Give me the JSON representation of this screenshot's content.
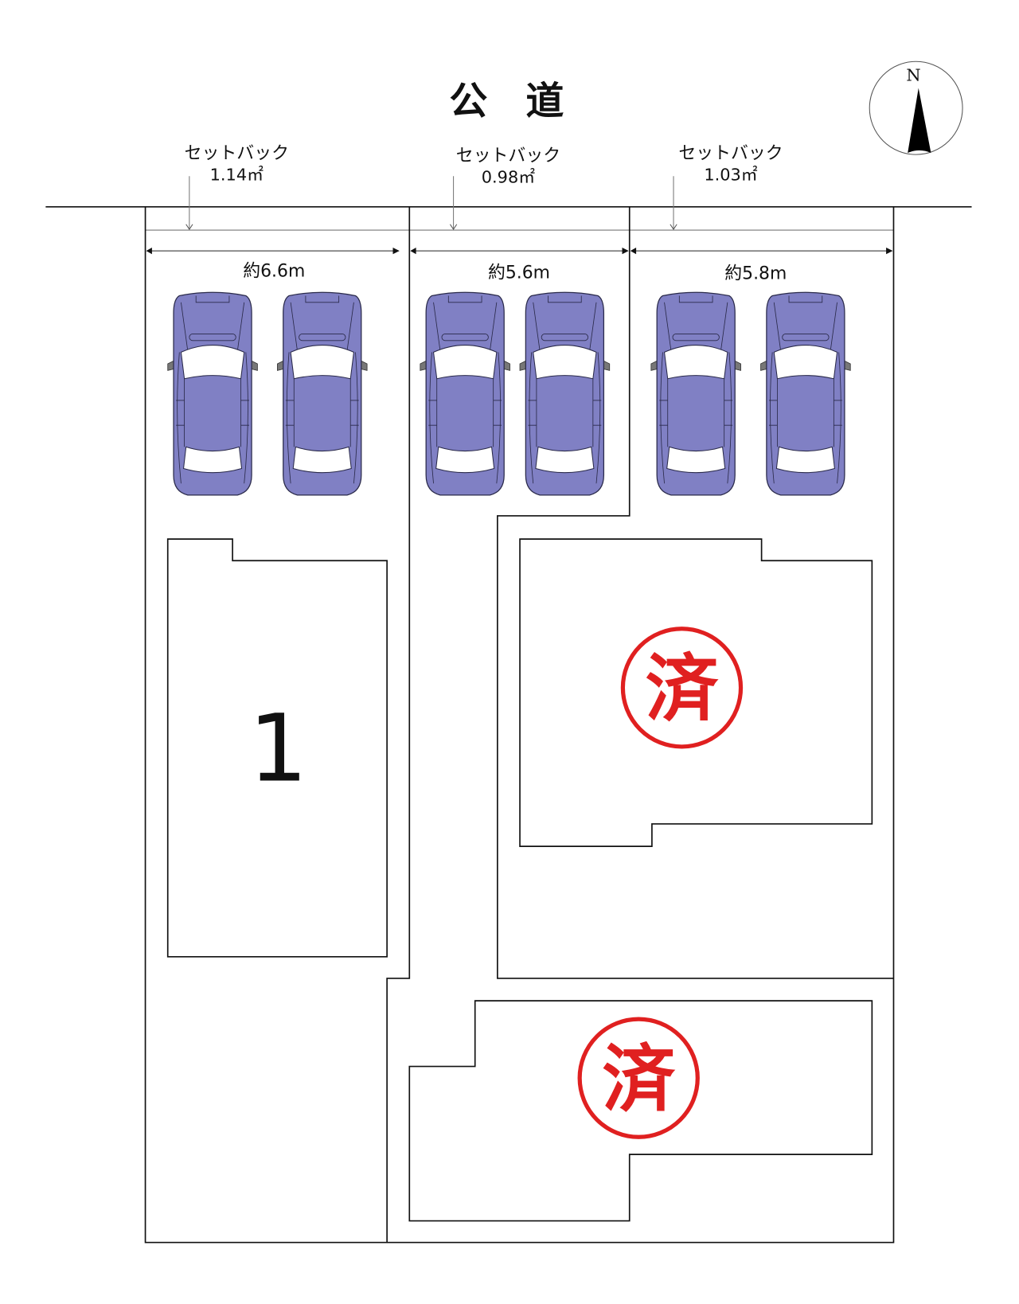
{
  "road_label": "公　道",
  "compass": {
    "label": "N"
  },
  "setbacks": [
    {
      "title": "セットバック",
      "area": "1.14㎡"
    },
    {
      "title": "セットバック",
      "area": "0.98㎡"
    },
    {
      "title": "セットバック",
      "area": "1.03㎡"
    }
  ],
  "frontages": [
    "約6.6m",
    "約5.6m",
    "約5.8m"
  ],
  "lots": [
    {
      "label": "1"
    },
    {
      "label": "済"
    },
    {
      "label": "済"
    }
  ],
  "colors": {
    "car": "#8080c4",
    "sold": "#e02020"
  }
}
